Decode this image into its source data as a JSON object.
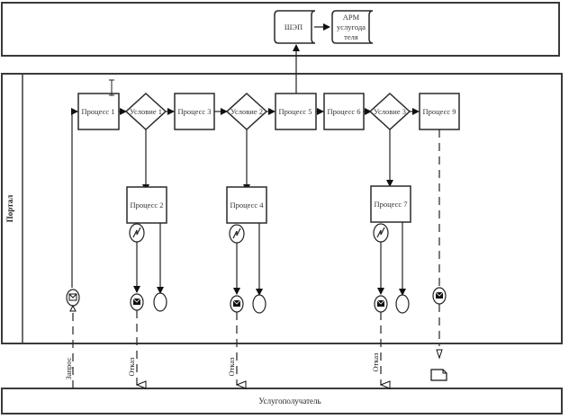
{
  "lanes": {
    "top": {
      "label": ""
    },
    "middle": {
      "label": "Портал"
    },
    "bottom": {
      "label": "Услугополучатель"
    }
  },
  "top_lane": {
    "storage": {
      "label": "ШЭП"
    },
    "workstation": {
      "label_lines": [
        "АРМ",
        "услугода",
        "теля"
      ]
    }
  },
  "processes": [
    {
      "id": "p1",
      "label": "Процесс 1"
    },
    {
      "id": "p2",
      "label": "Процесс 2"
    },
    {
      "id": "p3",
      "label": "Процесс 3"
    },
    {
      "id": "p4",
      "label": "Процесс 4"
    },
    {
      "id": "p5",
      "label": "Процесс 5"
    },
    {
      "id": "p6",
      "label": "Процесс 6"
    },
    {
      "id": "p7",
      "label": "Процесс 7"
    },
    {
      "id": "p9",
      "label": "Процесс 9"
    }
  ],
  "conditions": [
    {
      "id": "c1",
      "label": "Условие 1"
    },
    {
      "id": "c2",
      "label": "Условие 2"
    },
    {
      "id": "c3",
      "label": "Условие 3"
    }
  ],
  "flow_labels": {
    "request": "Запрос",
    "refusal": "Отказ"
  },
  "icons": {
    "message_event": "envelope-icon",
    "timer_event": "lightning-icon",
    "end_event": "circle-icon",
    "document": "document-icon",
    "cursor": "text-cursor-icon"
  }
}
